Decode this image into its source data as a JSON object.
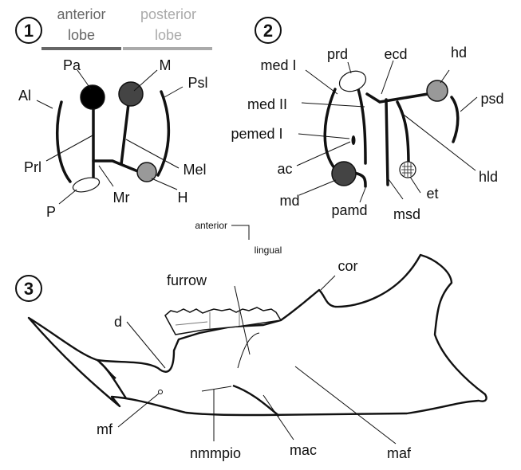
{
  "panel1": {
    "number": "1",
    "lobe_anterior": [
      "anterior",
      "lobe"
    ],
    "lobe_posterior": [
      "posterior",
      "lobe"
    ],
    "labels": {
      "Pa": "Pa",
      "M": "M",
      "Al": "Al",
      "Psl": "Psl",
      "Prl": "Prl",
      "Mel": "Mel",
      "P": "P",
      "Mr": "Mr",
      "H": "H"
    },
    "colors": {
      "anterior_bar": "#666666",
      "posterior_bar": "#aaaaaa",
      "Pa": "#000000",
      "M": "#444444",
      "H": "#999999",
      "P": "#ffffff"
    }
  },
  "panel2": {
    "number": "2",
    "labels": {
      "prd": "prd",
      "ecd": "ecd",
      "hd": "hd",
      "med1": "med I",
      "med2": "med II",
      "psd": "psd",
      "pemed1": "pemed I",
      "ac": "ac",
      "hld": "hld",
      "et": "et",
      "md": "md",
      "pamd": "pamd",
      "msd": "msd"
    },
    "colors": {
      "hd": "#999999",
      "md": "#444444",
      "prd": "#ffffff"
    }
  },
  "orientation": {
    "anterior": "anterior",
    "lingual": "lingual"
  },
  "panel3": {
    "number": "3",
    "labels": {
      "furrow": "furrow",
      "cor": "cor",
      "d": "d",
      "mf": "mf",
      "nmmpio": "nmmpio",
      "mac": "mac",
      "maf": "maf"
    }
  }
}
